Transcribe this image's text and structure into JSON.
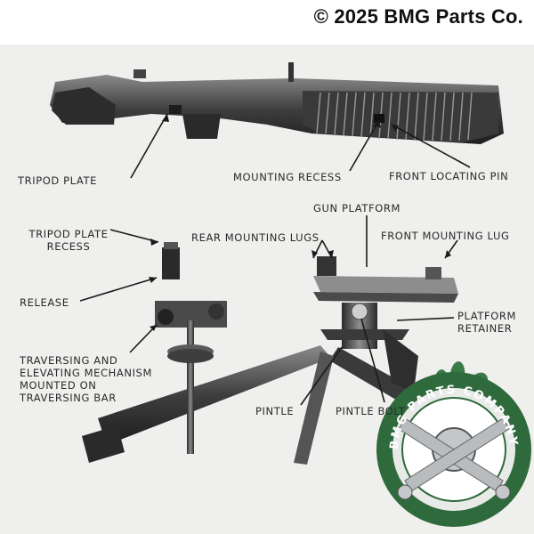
{
  "copyright": "© 2025 BMG Parts Co.",
  "labels": {
    "tripod_plate": "TRIPOD PLATE",
    "mounting_recess": "MOUNTING RECESS",
    "front_locating_pin": "FRONT LOCATING PIN",
    "gun_platform": "GUN PLATFORM",
    "tripod_plate_recess_1": "TRIPOD PLATE",
    "tripod_plate_recess_2": "RECESS",
    "rear_mounting_lugs": "REAR MOUNTING LUGS",
    "front_mounting_lug": "FRONT MOUNTING LUG",
    "release": "RELEASE",
    "platform_retainer_1": "PLATFORM",
    "platform_retainer_2": "RETAINER",
    "traversing_1": "TRAVERSING AND",
    "traversing_2": "ELEVATING MECHANISM",
    "traversing_3": "MOUNTED ON",
    "traversing_4": "TRAVERSING BAR",
    "pintle": "PINTLE",
    "pintle_bolt": "PINTLE BOLT"
  },
  "logo": {
    "ring_text": "BMG PARTS COMPANY INC",
    "colors": {
      "ring": "#2f6a3c",
      "flame": "#3a7a45",
      "metal": "#b8bcbf"
    }
  }
}
